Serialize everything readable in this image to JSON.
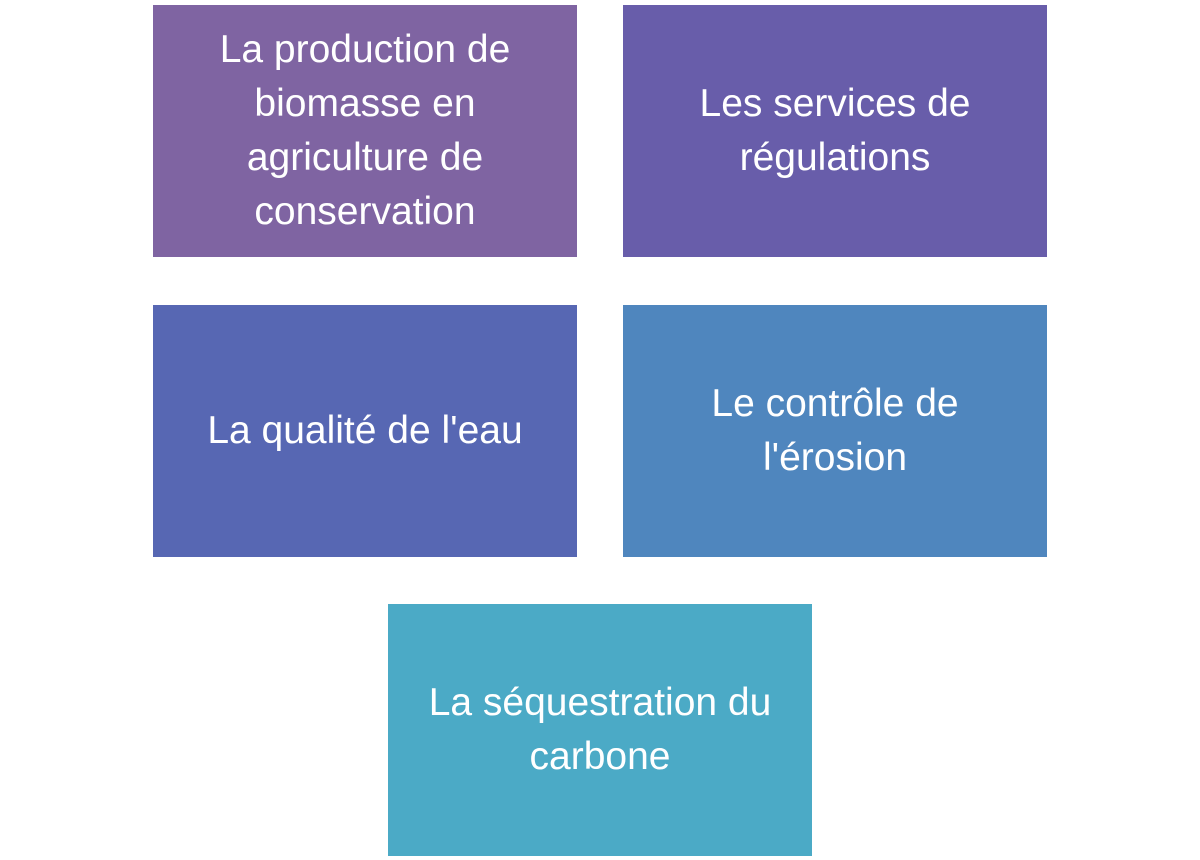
{
  "boxes": [
    {
      "label": "La production de biomasse en agriculture de conservation",
      "color": "#7F64A2"
    },
    {
      "label": "Les services de régulations",
      "color": "#685DAA"
    },
    {
      "label": "La qualité de l'eau",
      "color": "#5767B3"
    },
    {
      "label": "Le contrôle de l'érosion",
      "color": "#4F86BE"
    },
    {
      "label": "La séquestration du carbone",
      "color": "#4BAAC6"
    }
  ]
}
